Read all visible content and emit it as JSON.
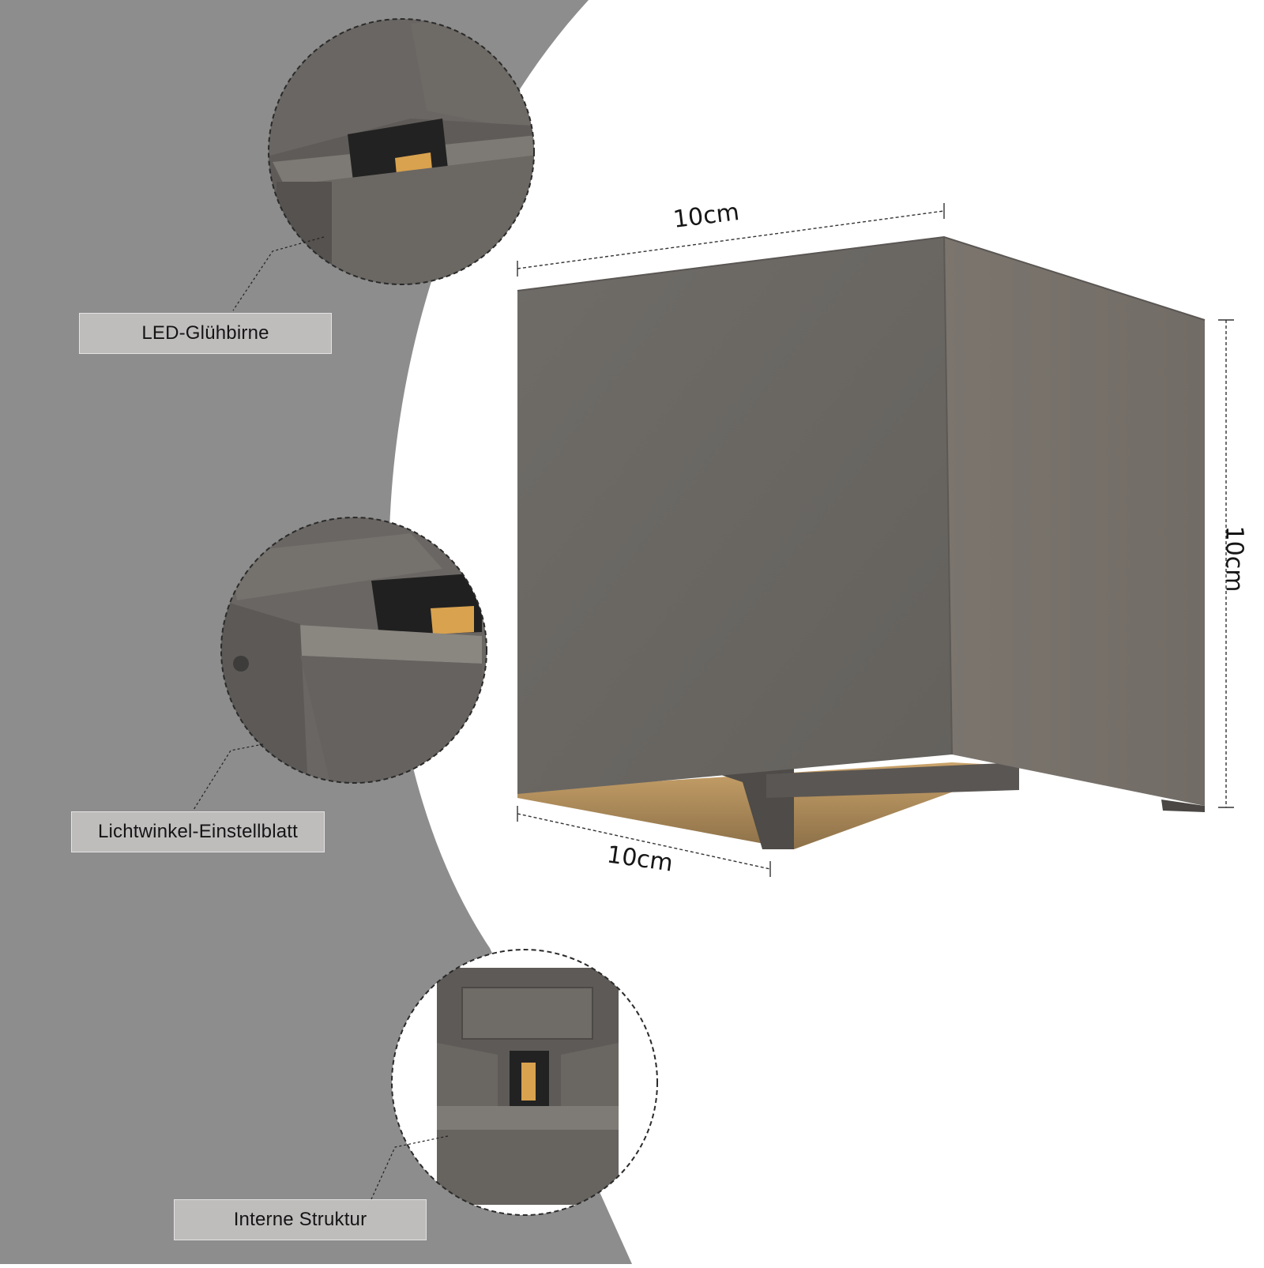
{
  "colors": {
    "background_gray": "#8d8d8d",
    "panel_white": "#ffffff",
    "lamp_front": "#6d6a66",
    "lamp_side": "#7a746d",
    "led_warm": "#d9a24e",
    "label_bg": "#bfbcbc"
  },
  "callouts": [
    {
      "name": "led-bulb",
      "label": "LED-Glühbirne"
    },
    {
      "name": "angle-blade",
      "label": "Lichtwinkel-Einstellblatt"
    },
    {
      "name": "internal-structure",
      "label": "Interne Struktur"
    }
  ],
  "dimensions": {
    "width": "10cm",
    "depth": "10cm",
    "height": "10cm"
  }
}
